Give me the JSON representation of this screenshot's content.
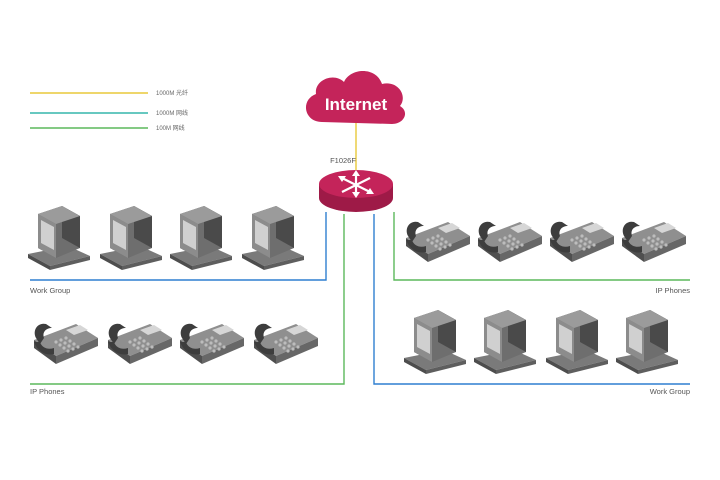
{
  "legend": {
    "items": [
      {
        "label": "1000M 光纤",
        "color": "#e8c93a"
      },
      {
        "label": "1000M 网线",
        "color": "#35b6ac"
      },
      {
        "label": "100M 网线",
        "color": "#5cb85c"
      }
    ]
  },
  "cloud": {
    "label": "Internet",
    "color": "#c4245a"
  },
  "router": {
    "label": "F1026F",
    "color": "#c4245a"
  },
  "groups": {
    "top_left_label": "Work Group",
    "bottom_left_label": "IP Phones",
    "top_right_label": "IP Phones",
    "bottom_right_label": "Work Group"
  },
  "colors": {
    "line_blue": "#2f7fd0",
    "line_green": "#5cb85c",
    "line_yellow": "#e8c93a",
    "device_dark": "#5a5a5a",
    "device_mid": "#8a8a8a",
    "device_light": "#c8c8c8"
  }
}
